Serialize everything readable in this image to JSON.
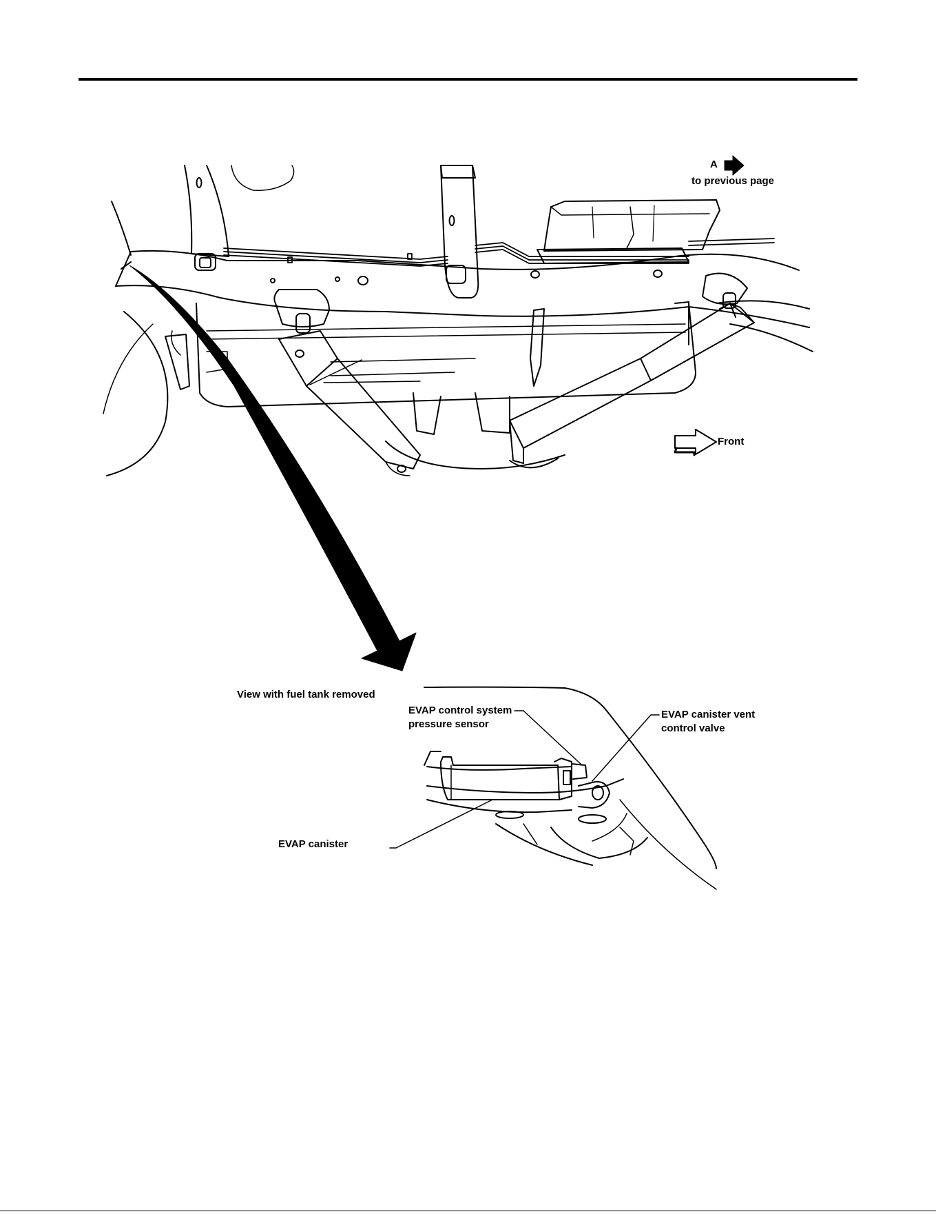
{
  "figure": {
    "nav_ref": {
      "letter": "A",
      "text": "to previous page"
    },
    "direction": "Front",
    "view_note": "View with fuel tank removed",
    "callouts": {
      "pressure_sensor": [
        "EVAP control system",
        "pressure sensor"
      ],
      "vent_valve": [
        "EVAP canister vent",
        "control valve"
      ],
      "canister": "EVAP canister"
    }
  },
  "colors": {
    "ink": "#000000",
    "paper": "#ffffff"
  }
}
